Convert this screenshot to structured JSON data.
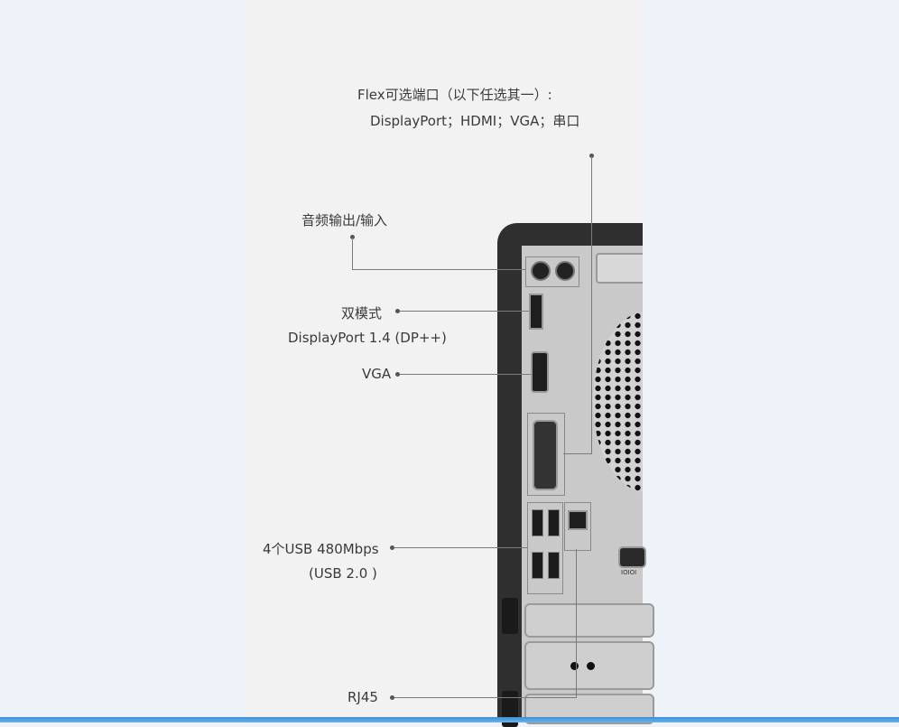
{
  "window": {
    "background_color": "#eef2f9",
    "page_background": "#f2f2f2",
    "taskbar_color": "#3d8fd6"
  },
  "callouts": {
    "flex_ports": {
      "line1": "Flex可选端口（以下任选其一）:",
      "line2": "DisplayPort；HDMI；VGA；串口"
    },
    "audio": "音频输出/输入",
    "displayport": {
      "line1": "双模式",
      "line2": "DisplayPort 1.4 (DP++)"
    },
    "vga": "VGA",
    "usb": {
      "line1": "4个USB 480Mbps",
      "line2": "(USB 2.0 )"
    },
    "rj45": "RJ45"
  },
  "chassis": {
    "serial_port_label": "IOIOI"
  }
}
